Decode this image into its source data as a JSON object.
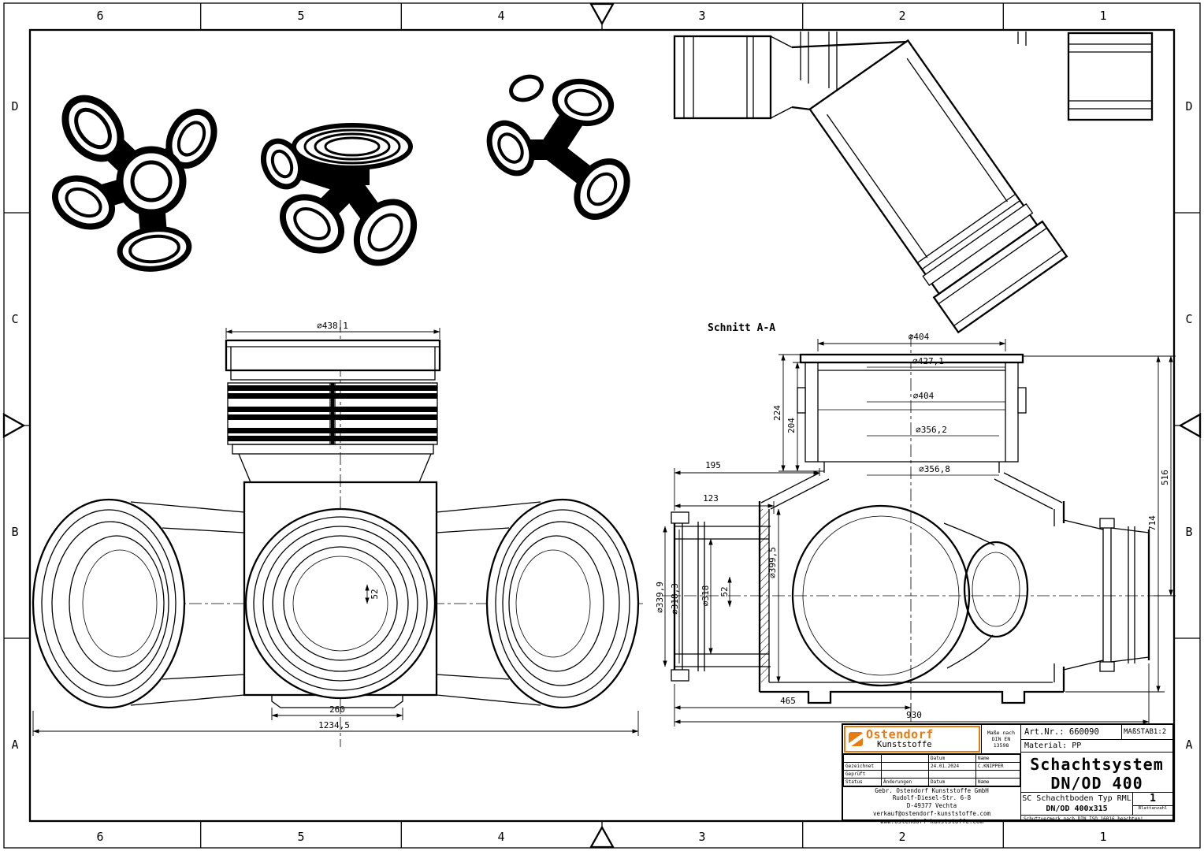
{
  "accent_color": "#e87a12",
  "zones": {
    "top": [
      "6",
      "5",
      "4",
      "3",
      "2",
      "1"
    ],
    "bottom": [
      "6",
      "5",
      "4",
      "3",
      "2",
      "1"
    ],
    "left": [
      "D",
      "C",
      "B",
      "A"
    ],
    "right": [
      "D",
      "C",
      "B",
      "A"
    ]
  },
  "labels": {
    "section_title": "Schnitt A-A",
    "section_marker": "A"
  },
  "front_dims": {
    "rim": "⌀438,1",
    "base": "260",
    "total": "1234,5",
    "small": "52"
  },
  "section_dims": {
    "t404a": "⌀404",
    "t4271": "⌀427,1",
    "t404b": "⌀404",
    "t3562": "⌀356,2",
    "t3568": "⌀356,8",
    "v224": "224",
    "v204": "204",
    "h195": "195",
    "h123": "123",
    "p3995": "⌀399,5",
    "p3399": "⌀339,9",
    "p3183": "⌀318,3",
    "p318": "⌀318",
    "v52": "52",
    "b465": "465",
    "b930": "930",
    "r516": "516",
    "r714": "714"
  },
  "title_block": {
    "logo_line1": "Ostendorf",
    "logo_line2": "Kunststoffe",
    "masse_lines": [
      "Maße nach",
      "DIN EN",
      "13598"
    ],
    "art_nr": "Art.Nr.: 660090",
    "scale": "MAßSTAB1:2",
    "material": "Material: PP",
    "title_line1": "Schachtsystem",
    "title_line2": "DN/OD 400",
    "type_line1": "SC Schachtboden Typ RML",
    "type_line2": "DN/OD 400x315",
    "sheet": "1",
    "sheet_label": "Blattanzahl",
    "protect_note": "Schutzvermerk nach DIN ISO 16016 beachten!",
    "company_lines": [
      "Gebr. Ostendorf Kunststoffe GmbH",
      "Rudolf-Diesel-Str. 6-8",
      "D-49377 Vechta",
      "verkauf@ostendorf-kunststoffe.com",
      "www.ostendorf-kunststoffe.com"
    ],
    "rev": {
      "col_datum": "Datum",
      "col_name": "Name",
      "row_gezeichnet": "Gezeichnet",
      "row_geprueft": "Geprüft",
      "date": "24.01.2024",
      "name": "C.KNIPPER",
      "status": "Status",
      "aenderungen": "Änderungen",
      "datum2": "Datum",
      "name2": "Name"
    }
  }
}
